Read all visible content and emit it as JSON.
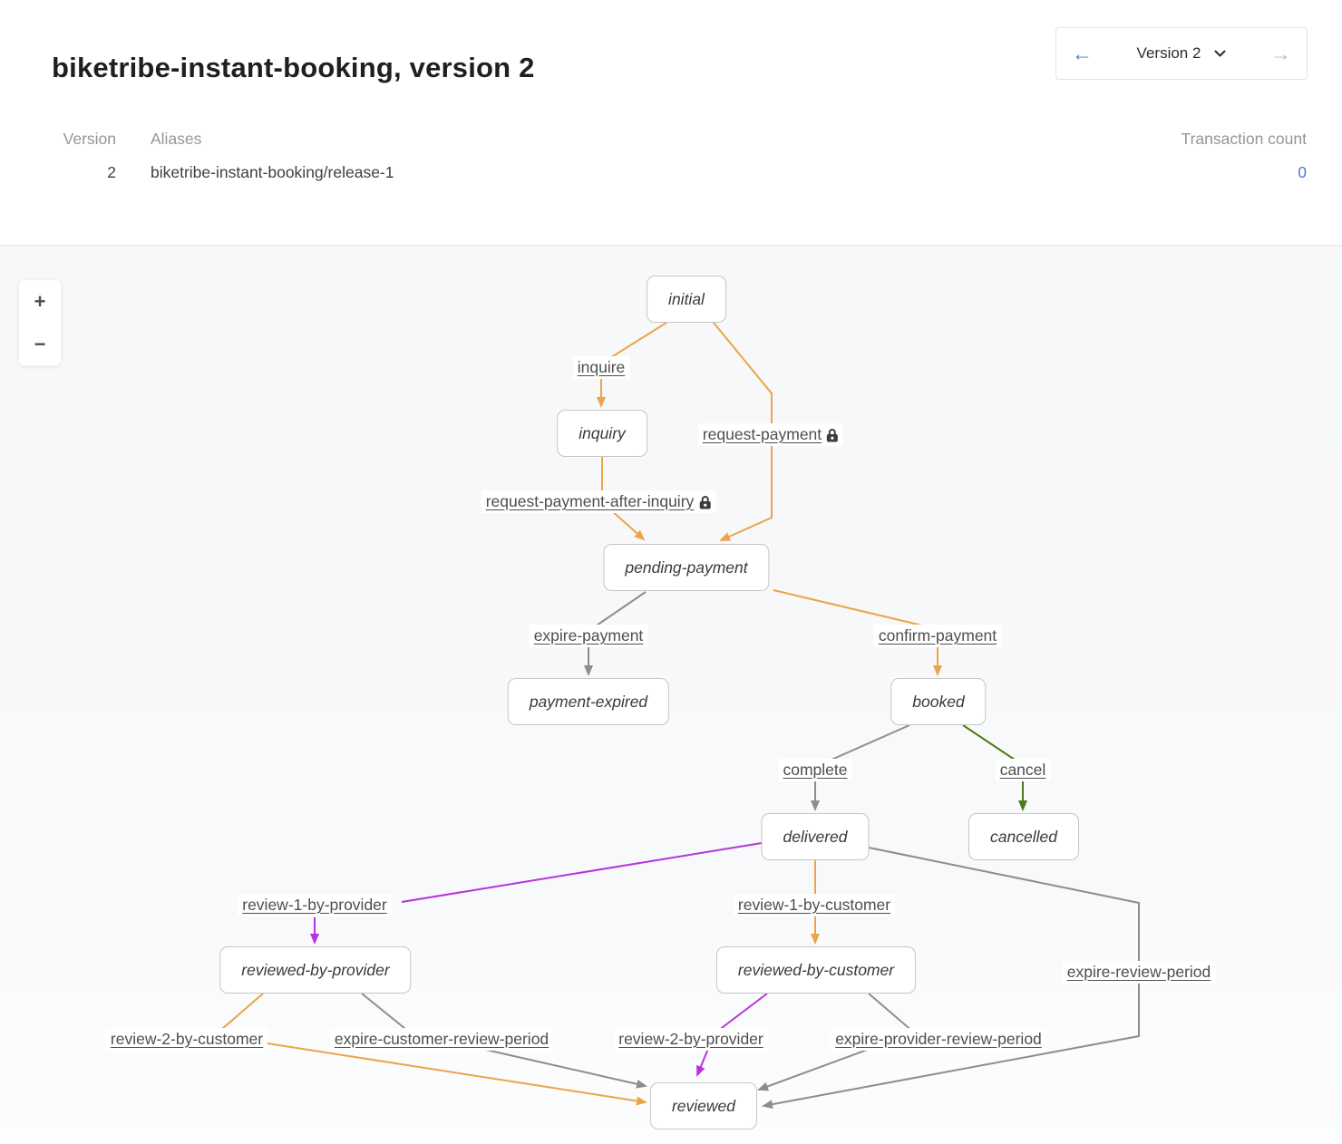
{
  "header": {
    "title": "biketribe-instant-booking, version 2",
    "version_selector": {
      "previous_icon": "←",
      "current": "Version 2",
      "next_icon": "→"
    }
  },
  "versions_table": {
    "col_version": "Version",
    "col_aliases": "Aliases",
    "col_transaction_count": "Transaction count",
    "version": "2",
    "alias": "biketribe-instant-booking/release-1",
    "transaction_count": "0"
  },
  "diagram": {
    "zoom_in": "+",
    "zoom_out": "−",
    "states": {
      "initial": "initial",
      "inquiry": "inquiry",
      "pending_payment": "pending-payment",
      "payment_expired": "payment-expired",
      "booked": "booked",
      "delivered": "delivered",
      "cancelled": "cancelled",
      "reviewed_by_provider": "reviewed-by-provider",
      "reviewed_by_customer": "reviewed-by-customer",
      "reviewed": "reviewed"
    },
    "transitions": {
      "inquire": {
        "label": "inquire",
        "locked": false
      },
      "request_payment": {
        "label": "request-payment",
        "locked": true
      },
      "request_payment_after_inquiry": {
        "label": "request-payment-after-inquiry",
        "locked": true
      },
      "expire_payment": {
        "label": "expire-payment",
        "locked": false
      },
      "confirm_payment": {
        "label": "confirm-payment",
        "locked": false
      },
      "complete": {
        "label": "complete",
        "locked": false
      },
      "cancel": {
        "label": "cancel",
        "locked": false
      },
      "review_1_by_provider": {
        "label": "review-1-by-provider",
        "locked": false
      },
      "review_1_by_customer": {
        "label": "review-1-by-customer",
        "locked": false
      },
      "expire_review_period": {
        "label": "expire-review-period",
        "locked": false
      },
      "review_2_by_customer": {
        "label": "review-2-by-customer",
        "locked": false
      },
      "expire_customer_review_period": {
        "label": "expire-customer-review-period",
        "locked": false
      },
      "review_2_by_provider": {
        "label": "review-2-by-provider",
        "locked": false
      },
      "expire_provider_review_period": {
        "label": "expire-provider-review-period",
        "locked": false
      }
    }
  },
  "colors": {
    "accent_blue": "#4a77d4",
    "edge_orange": "#eca449",
    "edge_gray": "#8d8d8d",
    "edge_green": "#4d7c15",
    "edge_purple": "#b733de",
    "lock_icon": "#3d3d3d"
  }
}
